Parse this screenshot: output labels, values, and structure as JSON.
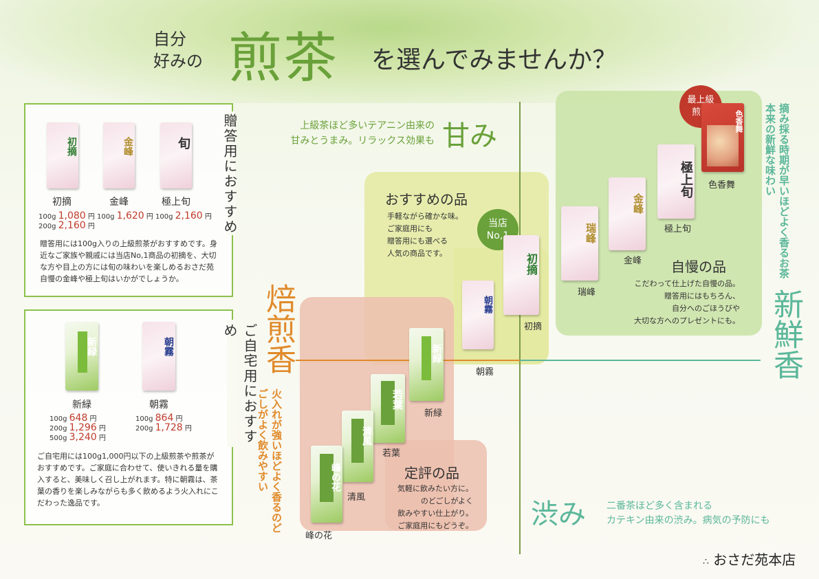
{
  "title": {
    "small_line1": "自分",
    "small_line2": "好みの",
    "big": "煎茶",
    "rest": "を選んでみませんか？"
  },
  "gift_box": {
    "side_label": "贈答用におすすめ",
    "products": [
      {
        "name": "初摘",
        "pkg": "初摘",
        "prices": [
          {
            "size": "100g",
            "price": "1,080",
            "unit": "円"
          },
          {
            "size": "200g",
            "price": "2,160",
            "unit": "円"
          }
        ]
      },
      {
        "name": "金峰",
        "pkg": "金峰",
        "prices": [
          {
            "size": "100g",
            "price": "1,620",
            "unit": "円"
          }
        ]
      },
      {
        "name": "極上旬",
        "pkg": "旬",
        "prices": [
          {
            "size": "100g",
            "price": "2,160",
            "unit": "円"
          }
        ]
      }
    ],
    "description": "贈答用には100g入りの上級煎茶がおすすめです。身近なご家族や親戚には当店No,1商品の初摘を、大切な方や目上の方には旬の味わいを楽しめるおさだ苑自慢の金峰や極上旬はいかがでしょうか。"
  },
  "home_box": {
    "side_label": "ご自宅用におすすめ",
    "products": [
      {
        "name": "新緑",
        "pkg": "新緑",
        "prices": [
          {
            "size": "100g",
            "price": "648",
            "unit": "円"
          },
          {
            "size": "200g",
            "price": "1,296",
            "unit": "円"
          },
          {
            "size": "500g",
            "price": "3,240",
            "unit": "円"
          }
        ]
      },
      {
        "name": "朝霧",
        "pkg": "朝霧",
        "prices": [
          {
            "size": "100g",
            "price": "864",
            "unit": "円"
          },
          {
            "size": "200g",
            "price": "1,728",
            "unit": "円"
          }
        ]
      }
    ],
    "description": "ご自宅用には100g1,000円以下の上級煎茶や煎茶がおすすめです。ご家庭に合わせて、使いきれる量を購入すると、美味しく召し上がれます。特に朝霧は、茶葉の香りを楽しみながらも多く飲めるよう火入れにこだわった逸品です。"
  },
  "axes": {
    "top": {
      "label": "甘み",
      "desc_line1": "上級茶ほど多いテアニン由来の",
      "desc_line2": "甘みとうまみ。リラックス効果も"
    },
    "left": {
      "label": "焙煎香",
      "desc": "火入れが強いほどよく香るのどごしがよく飲みやすい"
    },
    "right": {
      "label": "新鮮香",
      "desc": "摘み採る時期が早いほどよく香るお茶本来の新鮮な味わい"
    },
    "bottom": {
      "label": "渋み",
      "desc_line1": "二番茶ほど多く含まれる",
      "desc_line2": "カテキン由来の渋み。病気の予防にも"
    }
  },
  "zones": {
    "recommended": {
      "title": "おすすめの品",
      "desc": [
        "手軽ながら確かな味。",
        "ご家庭用にも",
        "贈答用にも選べる",
        "人気の商品です。"
      ],
      "badge": [
        "当店",
        "No,1"
      ]
    },
    "pride": {
      "title": "自慢の品",
      "desc": [
        "こだわって仕上げた自慢の品。",
        "贈答用にはもちろん、",
        "自分へのごほうびや",
        "大切な方へのプレゼントにも。"
      ],
      "badge": [
        "最上級",
        "煎茶"
      ]
    },
    "standard": {
      "title": "定評の品",
      "desc": [
        "気軽に飲みたい方に。",
        "のどごしがよく",
        "飲みやすい仕上がり。",
        "ご家庭用にもどうぞ。"
      ]
    }
  },
  "map_products": {
    "hatsutsumi": "初摘",
    "asagiri": "朝霧",
    "zuiho": "瑞峰",
    "kinpo": "金峰",
    "gokujoshun": "極上旬",
    "irokamai": "色香舞",
    "shinryoku": "新緑",
    "wakaba": "若葉",
    "seifu": "清風",
    "minenohana": "峰の花"
  },
  "brand": "おさだ苑本店",
  "colors": {
    "green": "#6aa13a",
    "orange": "#e08a2a",
    "teal": "#5bb79a",
    "red": "#c0392b"
  }
}
